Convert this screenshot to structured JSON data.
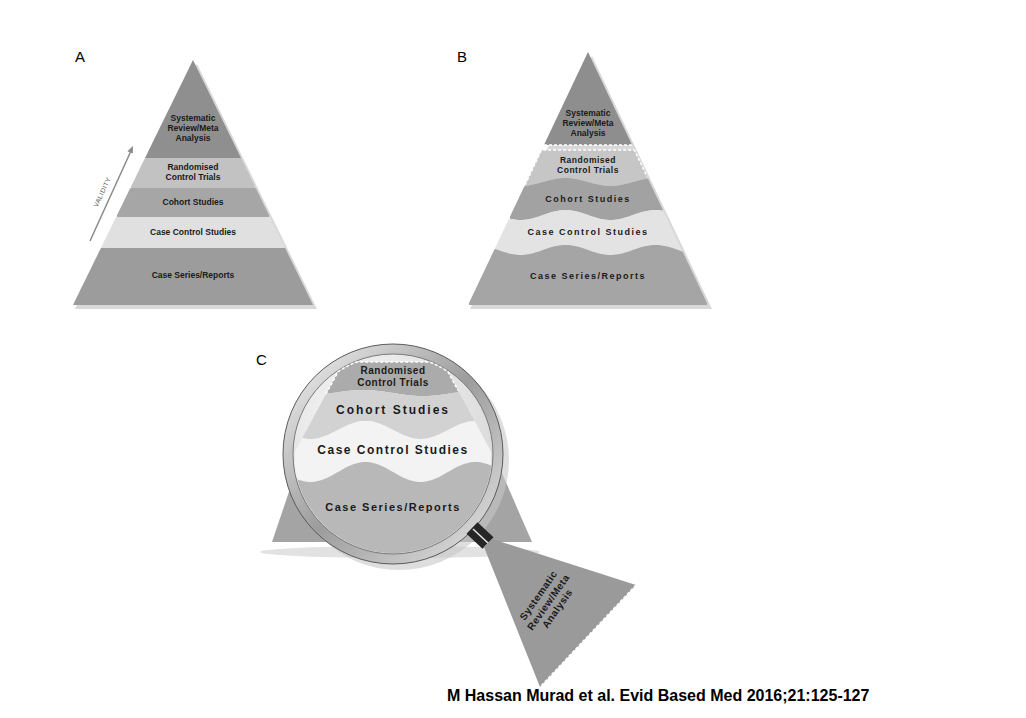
{
  "diagram": {
    "caption": "M Hassan Murad et al. Evid Based Med 2016;21:125-127",
    "nodes": [
      {
        "text": [
          "Systematic Review/Meta Analysis"
        ]
      },
      {
        "text": [
          "Randomised Control Trials"
        ]
      },
      {
        "text": [
          "Cohort Studies"
        ]
      },
      {
        "text": [
          "Case Control Studies"
        ]
      },
      {
        "text": [
          "Case Series/Reports"
        ]
      },
      {
        "text": [
          "Systematic Review/Meta Analysis"
        ]
      },
      {
        "text": [
          "Randomised Control Trials"
        ]
      },
      {
        "text": [
          "Cohort Studies"
        ]
      },
      {
        "text": [
          "Case Control Studies"
        ]
      },
      {
        "text": [
          "Case Series/Reports"
        ]
      },
      {
        "text": [
          "Randomised Control Trials"
        ]
      },
      {
        "text": [
          "Cohort Studies"
        ]
      },
      {
        "text": [
          "Case Control Studies"
        ]
      },
      {
        "text": [
          "Case Series/Reports"
        ]
      },
      {
        "text": [
          "Systematic Review/Meta Analysis"
        ]
      }
    ],
    "labels": [
      "A",
      "VALIDITY",
      "B",
      "C"
    ]
  }
}
